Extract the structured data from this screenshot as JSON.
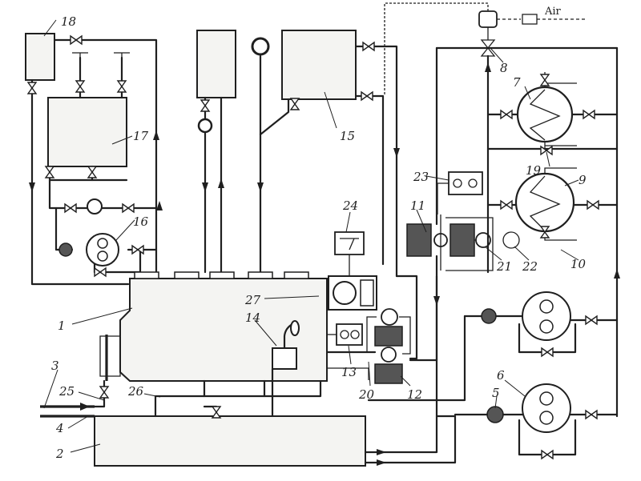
{
  "labels": {
    "l1": "1",
    "l2": "2",
    "l3": "3",
    "l4": "4",
    "l5": "5",
    "l6": "6",
    "l7": "7",
    "l8": "8",
    "l9": "9",
    "l10": "10",
    "l11": "11",
    "l12": "12",
    "l13": "13",
    "l14": "14",
    "l15": "15",
    "l16": "16",
    "l17": "17",
    "l18": "18",
    "l19": "19",
    "l20": "20",
    "l21": "21",
    "l22": "22",
    "l23": "23",
    "l24": "24",
    "l25": "25",
    "l26": "26",
    "l27": "27"
  },
  "top_note": "Air"
}
